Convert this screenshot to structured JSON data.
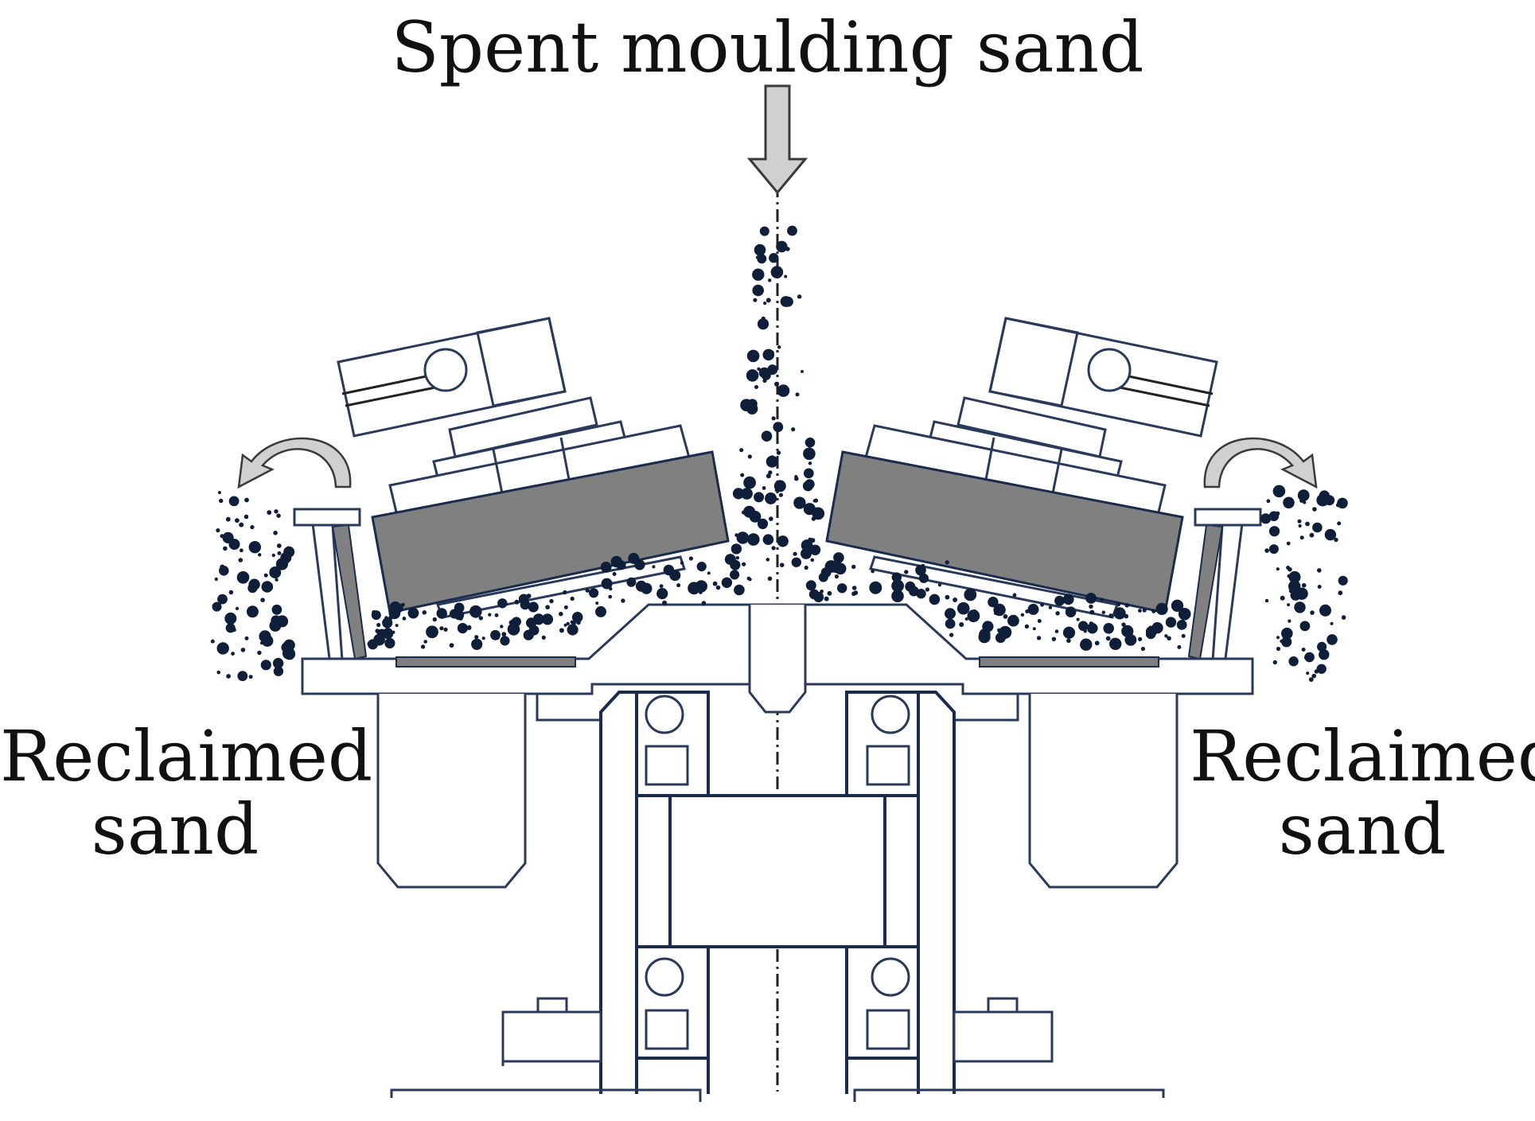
{
  "labels": {
    "input": "Spent moulding sand",
    "output_left": {
      "line1": "Reclaimed",
      "line2": "sand"
    },
    "output_right": {
      "line1": "Reclaimed",
      "line2": "sand"
    }
  },
  "colors": {
    "structure_stroke": "#1a2b4c",
    "outline_stroke": "#2a3a5a",
    "roller_fill": "#808080",
    "sand_grain": "#0f1f3a",
    "arrow_fill": "#d0d0d0",
    "arrow_stroke": "#3a3a3a"
  }
}
